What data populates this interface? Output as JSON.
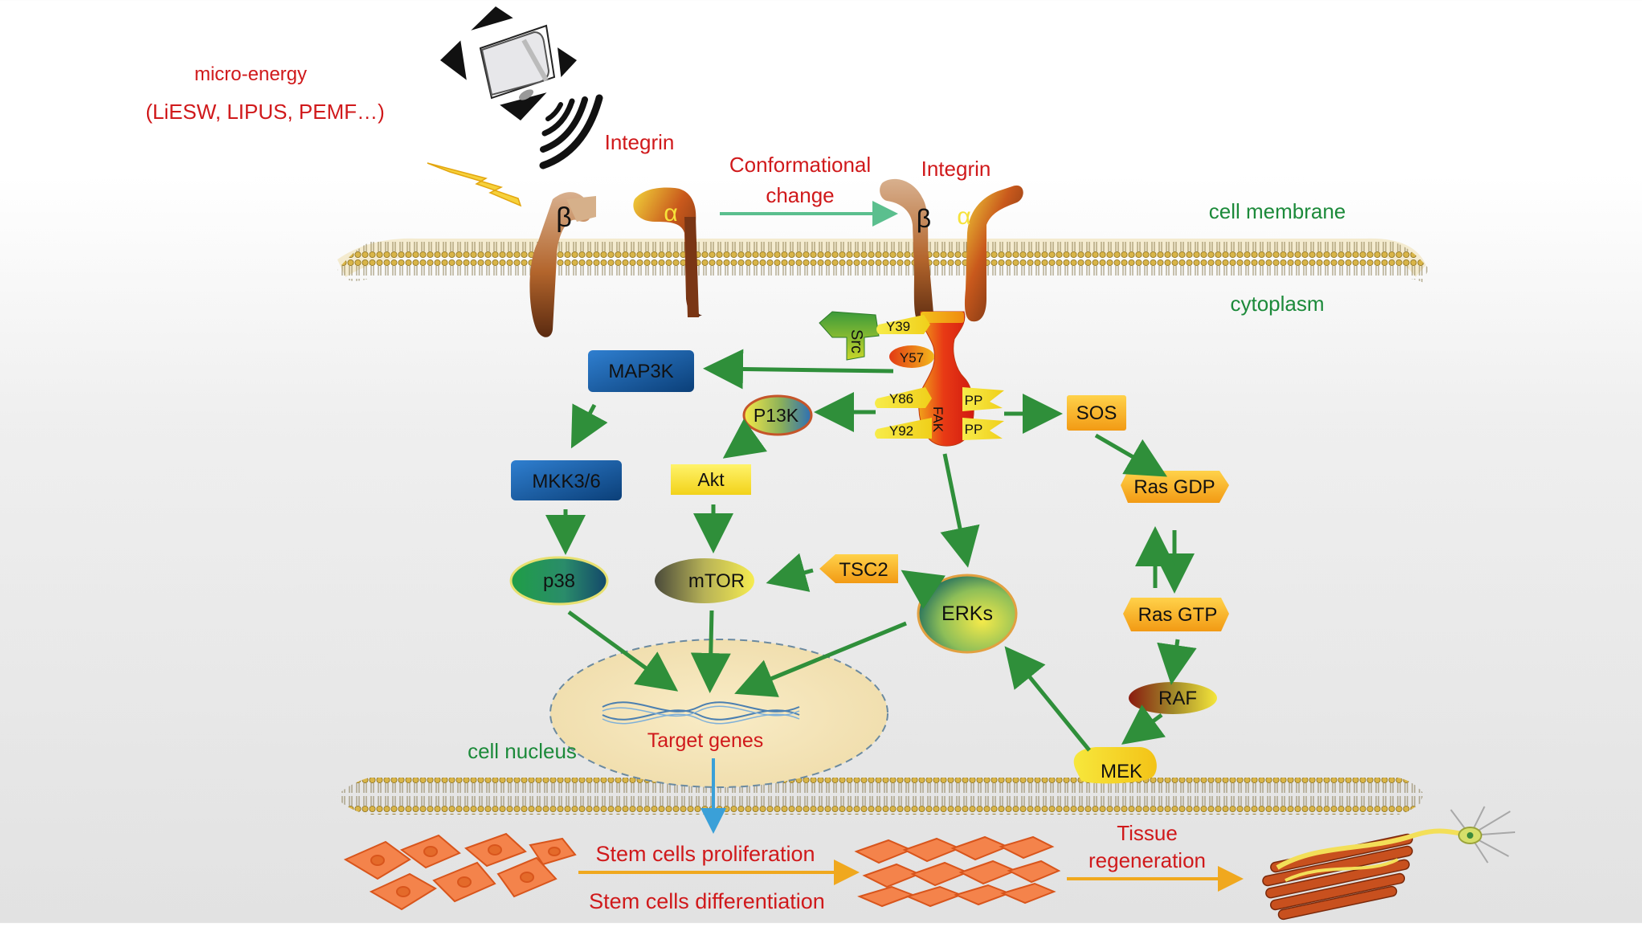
{
  "colors": {
    "label_red": "#d0191b",
    "label_green": "#1c8a3a",
    "arrow_green": "#2f8f3a",
    "arrow_teal": "#5bbf8e",
    "arrow_blue": "#3aa0d8",
    "arrow_orange": "#f0a81e",
    "membrane": "#c9a646"
  },
  "stimulus": {
    "title": "micro-energy",
    "subtitle": "(LiESW, LIPUS, PEMF…)",
    "device_icon": "shockwave-probe-icon",
    "wave_icon": "wave-emission-icon",
    "lightning_icon": "lightning-icon"
  },
  "labels": {
    "integrin_left": "Integrin",
    "integrin_right": "Integrin",
    "conformational": "Conformational",
    "change": "change",
    "cell_membrane": "cell membrane",
    "cytoplasm": "cytoplasm",
    "cell_nucleus": "cell nucleus",
    "target_genes": "Target genes",
    "proliferation": "Stem cells proliferation",
    "differentiation": "Stem cells differentiation",
    "tissue": "Tissue",
    "regeneration": "regeneration"
  },
  "integrin": {
    "beta": "β",
    "alpha": "α"
  },
  "fak": {
    "name": "FAK",
    "y39": "Y39",
    "y57": "Y57",
    "y86": "Y86",
    "y92": "Y92",
    "pp1": "PP",
    "pp2": "PP",
    "src": "Src"
  },
  "nodes": {
    "map3k": "MAP3K",
    "mkk": "MKK3/6",
    "p38": "p38",
    "p13k": "P13K",
    "akt": "Akt",
    "mtor": "mTOR",
    "tsc2": "TSC2",
    "erks": "ERKs",
    "sos": "SOS",
    "ras_gdp": "Ras GDP",
    "ras_gtp": "Ras GTP",
    "raf": "RAF",
    "mek": "MEK"
  }
}
